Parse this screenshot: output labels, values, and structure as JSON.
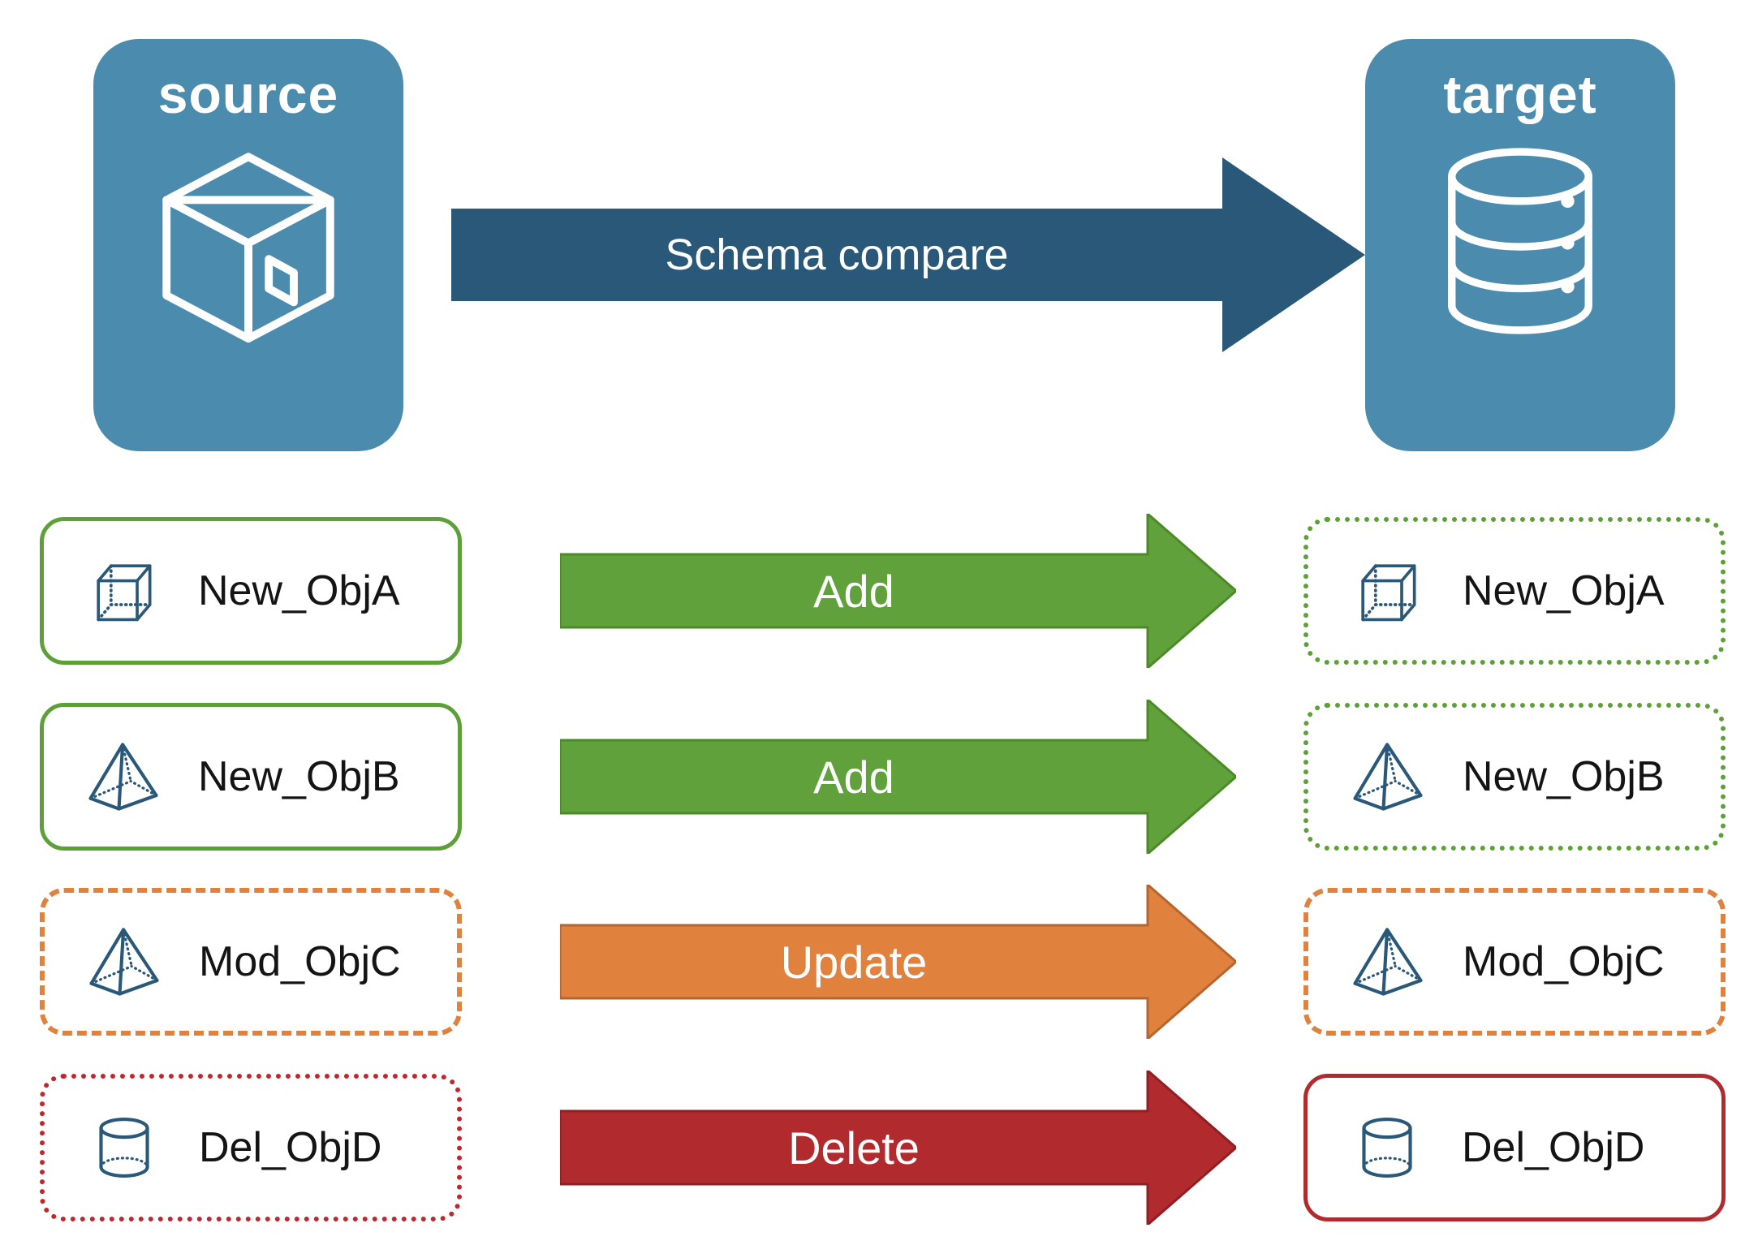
{
  "diagram": {
    "source": {
      "title": "source",
      "icon": "package-box-icon"
    },
    "target": {
      "title": "target",
      "icon": "database-icon"
    },
    "compare": {
      "label": "Schema compare"
    }
  },
  "rows": [
    {
      "object": "New_ObjA",
      "action": "Add",
      "icon": "cube-icon",
      "source_border": "solid-green",
      "target_border": "dotted-green"
    },
    {
      "object": "New_ObjB",
      "action": "Add",
      "icon": "pyramid-icon",
      "source_border": "solid-green",
      "target_border": "dotted-green"
    },
    {
      "object": "Mod_ObjC",
      "action": "Update",
      "icon": "pyramid-icon",
      "source_border": "dashed-orange",
      "target_border": "dashed-orange"
    },
    {
      "object": "Del_ObjD",
      "action": "Delete",
      "icon": "cylinder-icon",
      "source_border": "dotted-red",
      "target_border": "solid-red"
    }
  ],
  "colors": {
    "node_fill": "#4b8cae",
    "compare_arrow": "#2a5878",
    "icon_blue": "#2a5878",
    "add_green": "#61a13c",
    "update_orange": "#e0813d",
    "delete_red": "#b02a2e",
    "border_green": "#5da038",
    "border_orange": "#e0813d",
    "border_red": "#c0272d"
  }
}
